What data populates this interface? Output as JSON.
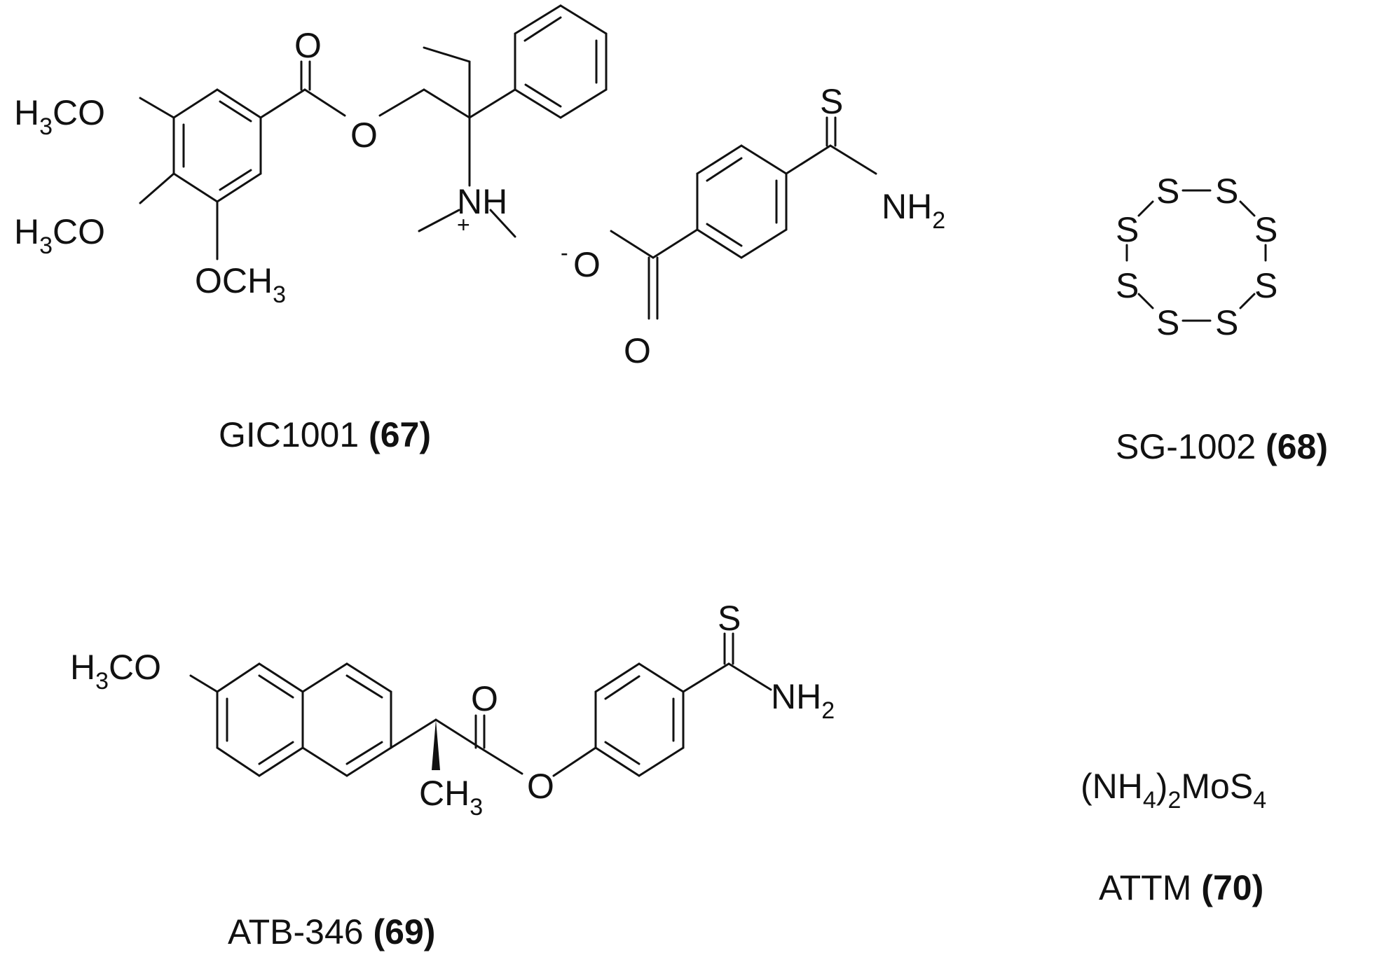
{
  "compounds": [
    {
      "id": "67",
      "name": "GIC1001",
      "atoms": {
        "meo1": [
          "H",
          "3",
          "CO"
        ],
        "meo2": [
          "H",
          "3",
          "CO"
        ],
        "meo3": [
          "OCH",
          "3"
        ],
        "ester_o_carbonyl": "O",
        "ester_o": "O",
        "nh": "NH",
        "charge_plus": "+",
        "thio_s": "S",
        "thio_nh2": [
          "NH",
          "2"
        ],
        "carbox_o_minus": "O",
        "charge_minus": "-",
        "carbox_o": "O"
      }
    },
    {
      "id": "68",
      "name": "SG-1002",
      "ring_atom": "S",
      "ring_size": 8
    },
    {
      "id": "69",
      "name": "ATB-346",
      "atoms": {
        "meo": [
          "H",
          "3",
          "CO"
        ],
        "ester_o_carbonyl": "O",
        "ester_o": "O",
        "ch3": [
          "CH",
          "3"
        ],
        "thio_s": "S",
        "thio_nh2": [
          "NH",
          "2"
        ]
      }
    },
    {
      "id": "70",
      "name": "ATTM",
      "formula": [
        "(NH",
        "4",
        ")",
        "2",
        "MoS",
        "4"
      ]
    }
  ],
  "caption_parens": [
    "(",
    ")"
  ]
}
